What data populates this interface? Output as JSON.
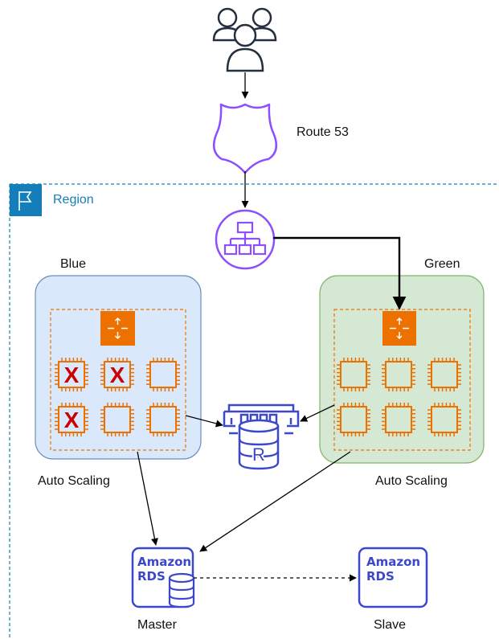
{
  "labels": {
    "route53": "Route 53",
    "region": "Region",
    "blue": "Blue",
    "green": "Green",
    "auto_scaling_left": "Auto Scaling",
    "auto_scaling_right": "Auto Scaling",
    "master": "Master",
    "slave": "Slave"
  },
  "rds_master": {
    "line1": "Amazon",
    "line2": "RDS"
  },
  "rds_slave": {
    "line1": "Amazon",
    "line2": "RDS"
  },
  "cache_letter": "R",
  "failed_mark": "X",
  "colors": {
    "region": "#147EBA",
    "purple": "#8C4FFF",
    "rds_blue": "#3B48CC",
    "ec2_orange": "#ED7100",
    "blue_fill": "#DAE8FC",
    "blue_stroke": "#6C8EBF",
    "green_fill": "#D5E8D4",
    "green_stroke": "#82B366",
    "fail_red": "#CC0000"
  },
  "icons": [
    "users-icon",
    "route53-icon",
    "region-flag-icon",
    "load-balancer-icon",
    "router-icon",
    "ec2-instance-icon",
    "elasticache-icon",
    "rds-icon"
  ]
}
